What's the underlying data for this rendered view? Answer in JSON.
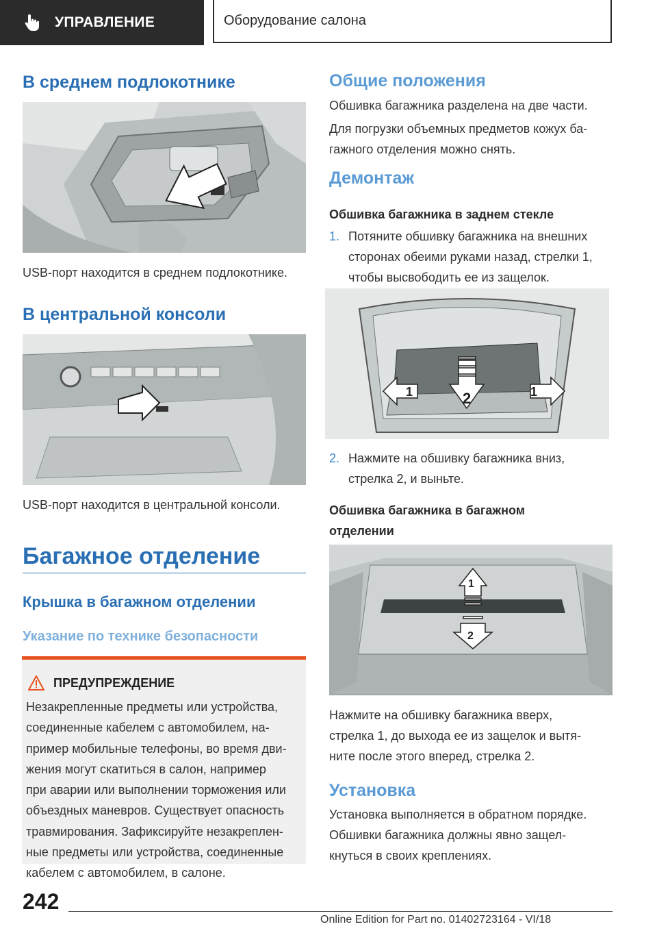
{
  "header": {
    "section": "УПРАВЛЕНИЕ",
    "chapter": "Оборудование салона"
  },
  "left": {
    "armrest_title": "В среднем подлокотнике",
    "armrest_caption": "USB-порт находится в среднем подлокотнике.",
    "console_title": "В центральной консоли",
    "console_caption": "USB-порт находится в центральной консоли.",
    "trunk_title": "Багажное отделение",
    "cover_title": "Крышка в багажном отделении",
    "safety_title": "Указание по технике безопасности",
    "warning": {
      "label": "ПРЕДУПРЕЖДЕНИЕ",
      "lines": [
        "Незакрепленные предметы или устройства,",
        "соединенные кабелем с автомобилем, на-",
        "пример мобильные телефоны, во время дви-",
        "жения могут скатиться в салон, например",
        "при аварии или выполнении торможения или",
        "объездных маневров. Существует опасность",
        "травмирования. Зафиксируйте незакреплен-",
        "ные предметы или устройства, соединенные",
        "кабелем с автомобилем, в салоне."
      ]
    }
  },
  "right": {
    "general_title": "Общие положения",
    "general_p1": "Обшивка багажника разделена на две части.",
    "general_p2_l1": "Для погрузки объемных предметов кожух ба-",
    "general_p2_l2": "гажного отделения можно снять.",
    "removal_title": "Демонтаж",
    "rear_window_title": "Обшивка багажника в заднем стекле",
    "step1_num": "1.",
    "step1_l1": "Потяните обшивку багажника на внешних",
    "step1_l2": "сторонах обеими руками назад, стрелки 1,",
    "step1_l3": "чтобы высвободить ее из защелок.",
    "fig3_labels": [
      "1",
      "2",
      "1"
    ],
    "step2_num": "2.",
    "step2_l1": "Нажмите на обшивку багажника вниз,",
    "step2_l2": "стрелка 2, и выньте.",
    "trunk_cover_title_l1": "Обшивка багажника в багажном",
    "trunk_cover_title_l2": "отделении",
    "fig4_labels": [
      "1",
      "2"
    ],
    "trunk_p_l1": "Нажмите на обшивку багажника вверх,",
    "trunk_p_l2": "стрелка 1, до выхода ее из защелок и вытя-",
    "trunk_p_l3": "ните после этого вперед, стрелка 2.",
    "install_title": "Установка",
    "install_l1": "Установка выполняется в обратном порядке.",
    "install_l2": "Обшивки багажника должны явно защел-",
    "install_l3": "кнуться в своих креплениях."
  },
  "footer": {
    "page": "242",
    "edition": "Online Edition for Part no. 01402723164 - VI/18"
  }
}
